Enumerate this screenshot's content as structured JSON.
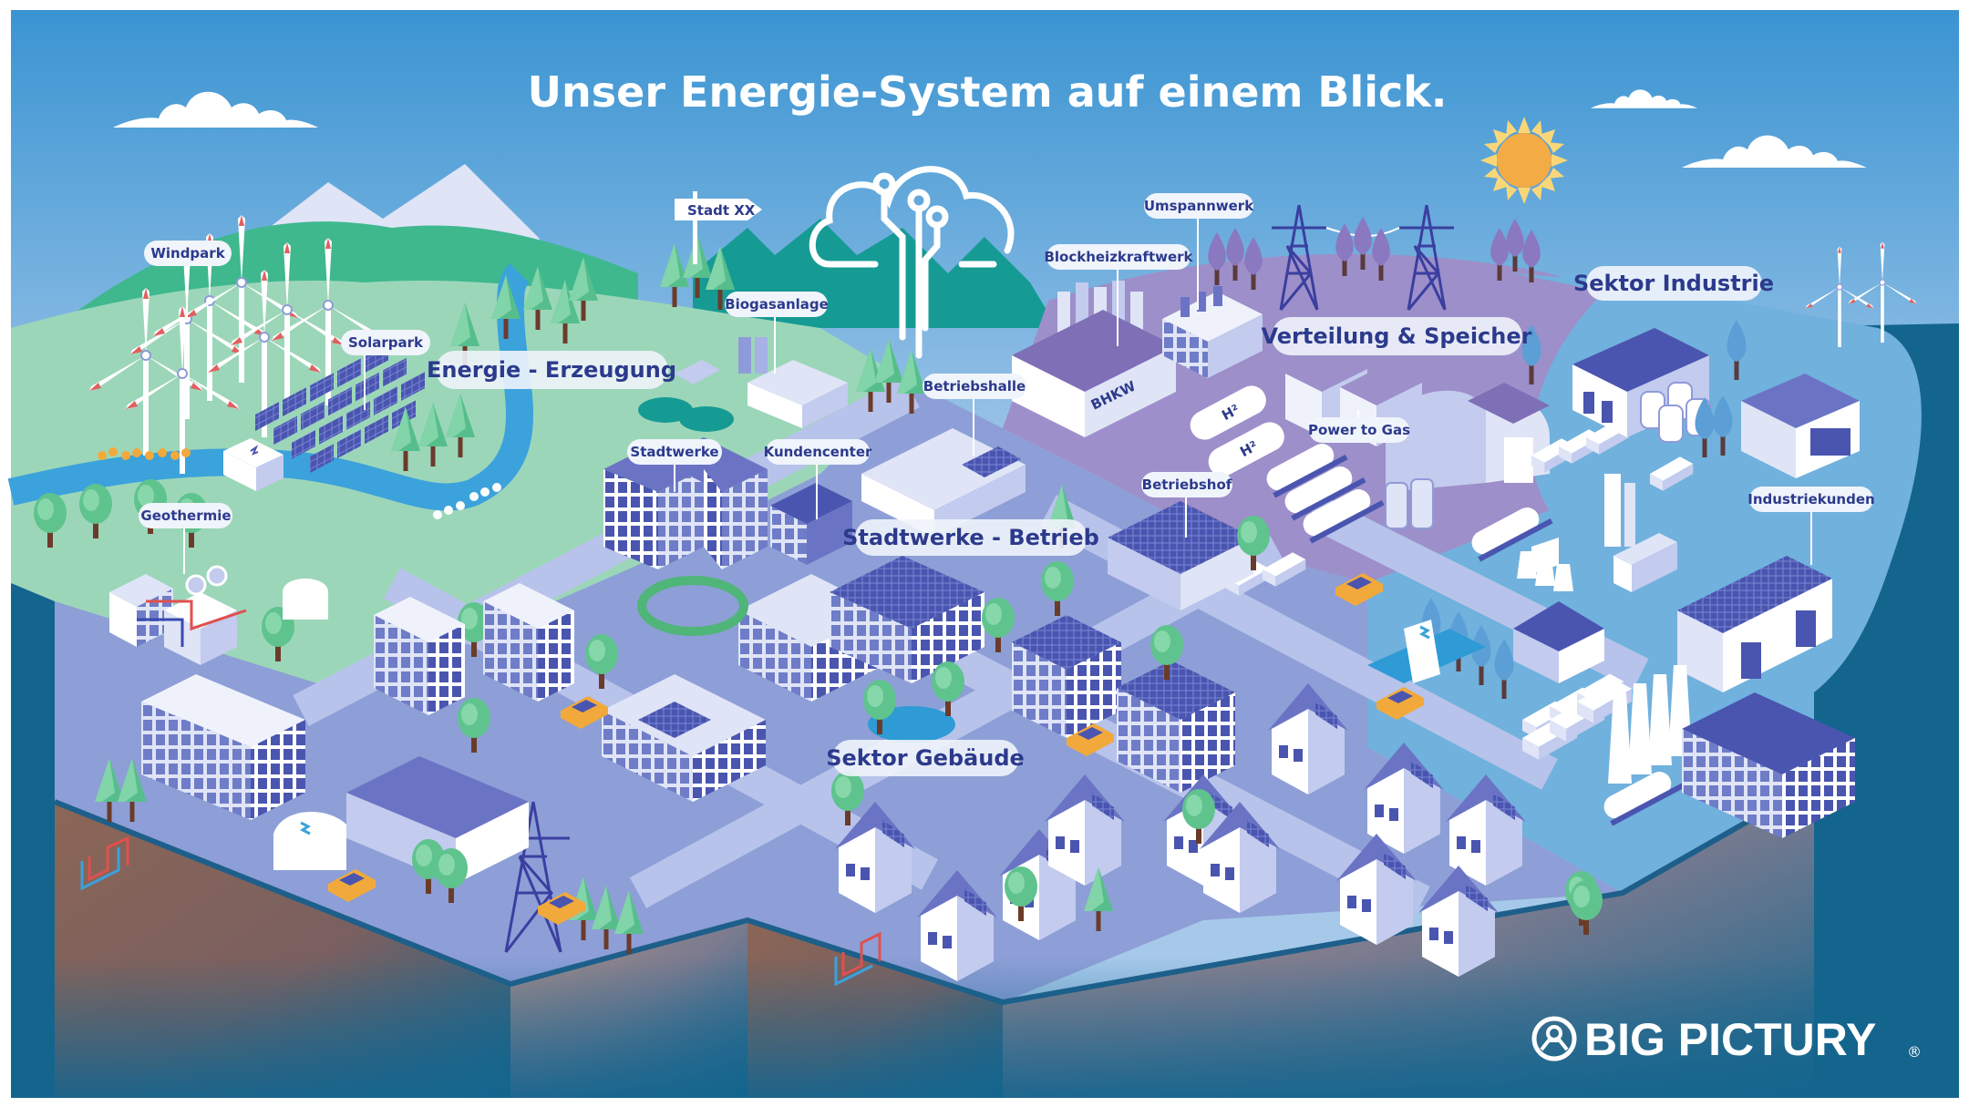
{
  "title": "Unser Energie-System auf einem Blick.",
  "labels": {
    "windpark": "Windpark",
    "solarpark": "Solarpark",
    "geothermie": "Geothermie",
    "stadt_sign": "Stadt XX",
    "biogasanlage": "Biogasanlage",
    "blockheizkraftwerk": "Blockheizkraftwerk",
    "umspannwerk": "Umspannwerk",
    "betriebshalle": "Betriebshalle",
    "stadtwerke": "Stadtwerke",
    "kundencenter": "Kundencenter",
    "betriebshof": "Betriebshof",
    "power_to_gas": "Power to Gas",
    "industriekunden": "Industriekunden",
    "bhkw": "BHKW",
    "h2": "H²"
  },
  "sections": {
    "energie_erzeugung": "Energie - Erzeugung",
    "verteilung_speicher": "Verteilung & Speicher",
    "sektor_industrie": "Sektor Industrie",
    "stadtwerke_betrieb": "Stadtwerke - Betrieb",
    "sektor_gebaeude": "Sektor Gebäude"
  },
  "logo": {
    "text": "BIG PICTURY",
    "mark": "®"
  },
  "colors": {
    "sky_top": "#3a94d2",
    "sky_bottom": "#a6c9ea",
    "label_text": "#2c3a8c",
    "meadow": "#9cd6b9",
    "forest": "#3fb88e",
    "river": "#3ba2dc",
    "distribution": "#9d8fc9",
    "industry": "#71b1dd",
    "sea": "#14658e",
    "road": "#8d9fd6",
    "soil": "#8b6656",
    "sun": "#f3ab45"
  }
}
